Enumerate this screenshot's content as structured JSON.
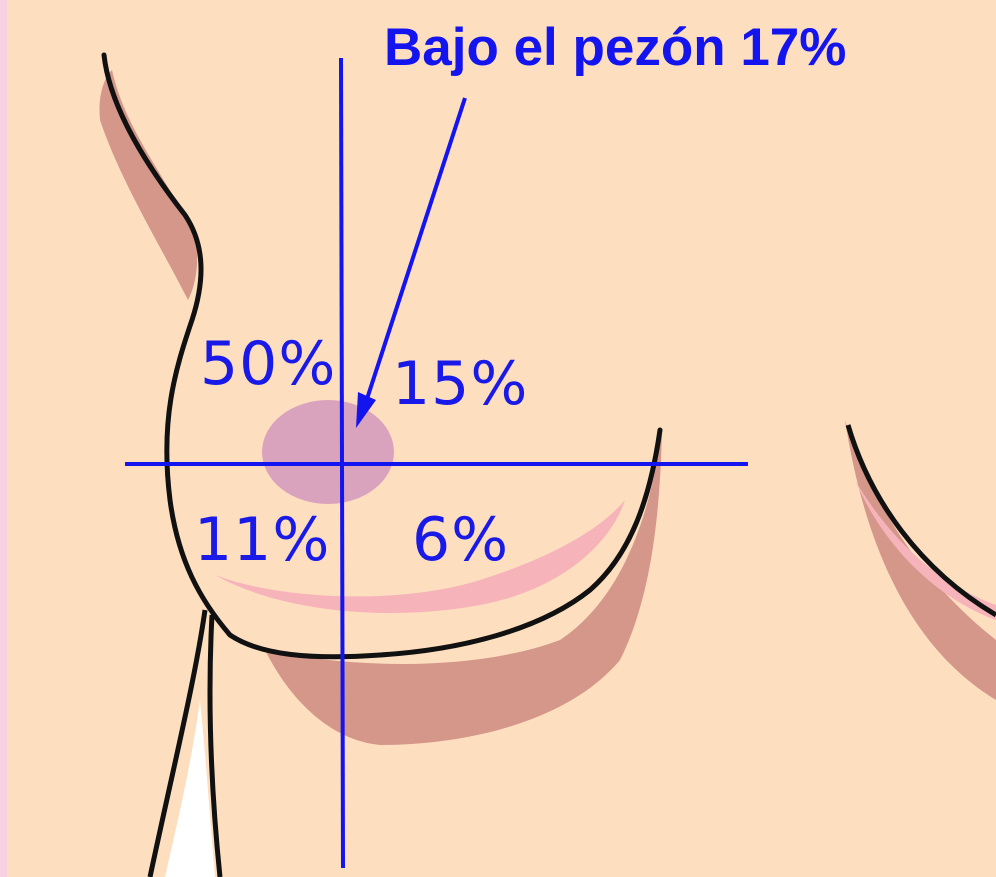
{
  "diagram": {
    "title": "Bajo el pezón 17%",
    "quadrants": {
      "upper_outer": "50%",
      "upper_inner": "15%",
      "lower_outer": "11%",
      "lower_inner": "6%"
    },
    "colors": {
      "background": "#FDDFC0",
      "lines": "#1414EE",
      "outline": "#111111",
      "shadow": "#D4978A",
      "pink_band": "#F7B3BA",
      "areola": "#D9A3BE"
    }
  }
}
